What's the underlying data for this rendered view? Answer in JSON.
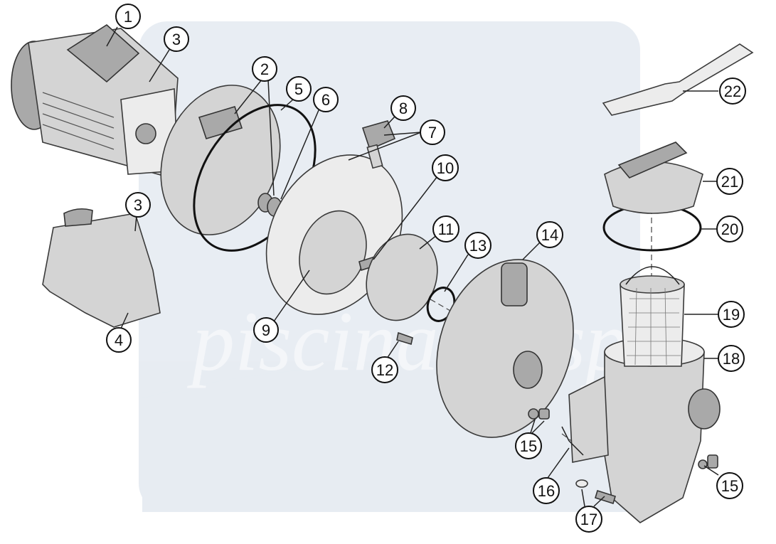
{
  "watermark": {
    "text": "piscinas y spas"
  },
  "callouts": [
    {
      "id": "1",
      "label": "1"
    },
    {
      "id": "2",
      "label": "2"
    },
    {
      "id": "3a",
      "label": "3"
    },
    {
      "id": "3b",
      "label": "3"
    },
    {
      "id": "4",
      "label": "4"
    },
    {
      "id": "5",
      "label": "5"
    },
    {
      "id": "6",
      "label": "6"
    },
    {
      "id": "7",
      "label": "7"
    },
    {
      "id": "8",
      "label": "8"
    },
    {
      "id": "9",
      "label": "9"
    },
    {
      "id": "10",
      "label": "10"
    },
    {
      "id": "11",
      "label": "11"
    },
    {
      "id": "12",
      "label": "12"
    },
    {
      "id": "13",
      "label": "13"
    },
    {
      "id": "14",
      "label": "14"
    },
    {
      "id": "15a",
      "label": "15"
    },
    {
      "id": "15b",
      "label": "15"
    },
    {
      "id": "16",
      "label": "16"
    },
    {
      "id": "17",
      "label": "17"
    },
    {
      "id": "18",
      "label": "18"
    },
    {
      "id": "19",
      "label": "19"
    },
    {
      "id": "20",
      "label": "20"
    },
    {
      "id": "21",
      "label": "21"
    },
    {
      "id": "22",
      "label": "22"
    }
  ]
}
